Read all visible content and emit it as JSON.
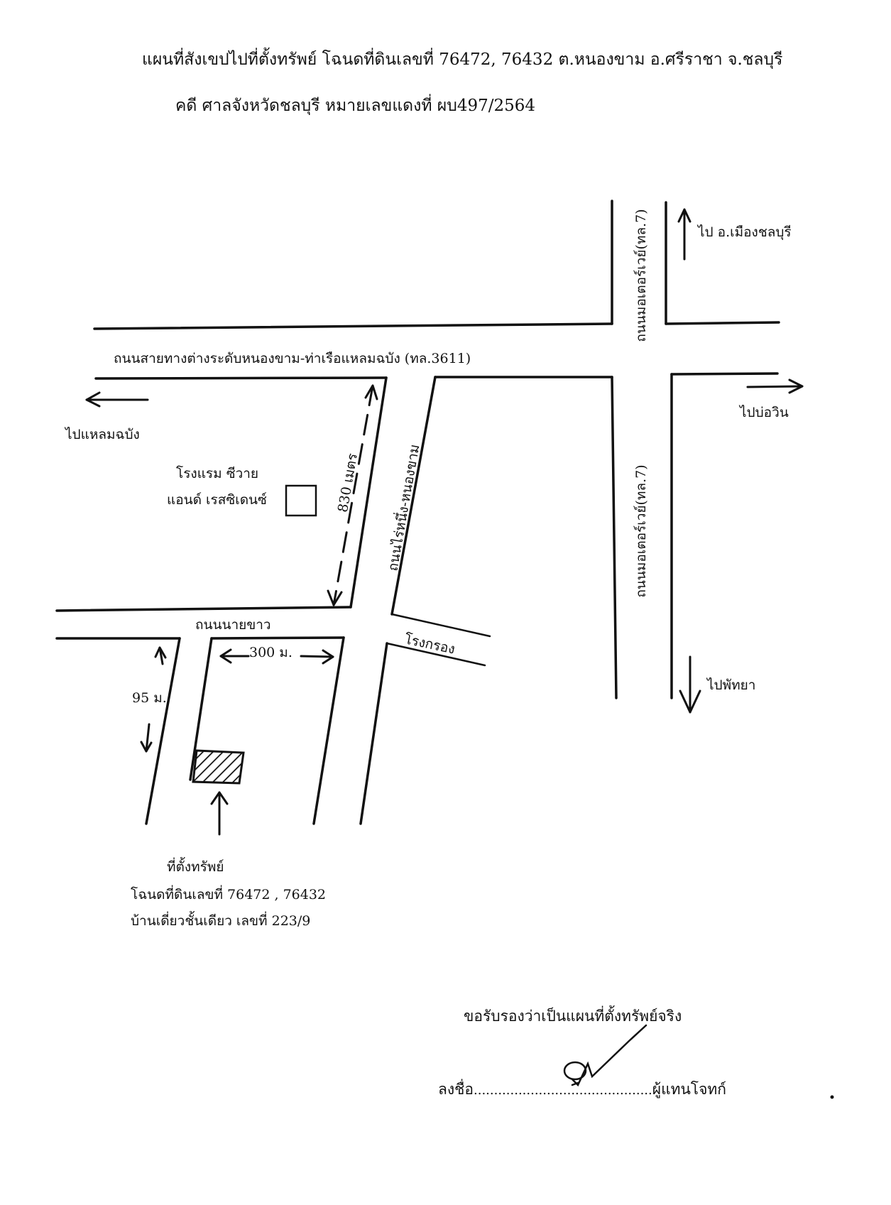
{
  "header": {
    "title": "แผนที่สังเขปไปที่ตั้งทรัพย์ โฉนดที่ดินเลขที่ 76472, 76432 ต.หนองขาม อ.ศรีราชา จ.ชลบุรี",
    "case": "คดี ศาลจังหวัดชลบุรี หมายเลขแดงที่ ผบ497/2564"
  },
  "roads": {
    "highway_3611": "ถนนสายทางต่างระดับหนองขาม-ท่าเรือแหลมฉบัง (ทล.3611)",
    "motorway_top": "ถนนมอเตอร์เวย์(ทล.7)",
    "motorway_mid": "ถนนมอเตอร์เวย์(ทล.7)",
    "rai_nung": "ถนนไร่หนึ่ง-หนองขาม",
    "nai_khao": "ถนนนายขาว"
  },
  "directions": {
    "to_mueang_chonburi": "ไป อ.เมืองชลบุรี",
    "to_laem_chabang": "ไปแหลมฉบัง",
    "to_bo_win": "ไปบ่อวิน",
    "to_pattaya": "ไปพัทยา"
  },
  "landmarks": {
    "hotel_line1": "โรงแรม ซีวาย",
    "hotel_line2": "แอนด์ เรสซิเดนซ์",
    "factory": "โรงกรอง"
  },
  "distances": {
    "d830": "830 เมตร",
    "d300": "300 ม.",
    "d95": "95 ม."
  },
  "property": {
    "line1": "ที่ตั้งทรัพย์",
    "line2": "โฉนดที่ดินเลขที่ 76472 , 76432",
    "line3": "บ้านเดี่ยวชั้นเดียว เลขที่ 223/9"
  },
  "certification": {
    "statement": "ขอรับรองว่าเป็นแผนที่ตั้งทรัพย์จริง",
    "sign_label": "ลงชื่อ",
    "dots": "............................................",
    "role": "ผู้แทนโจทก์"
  }
}
